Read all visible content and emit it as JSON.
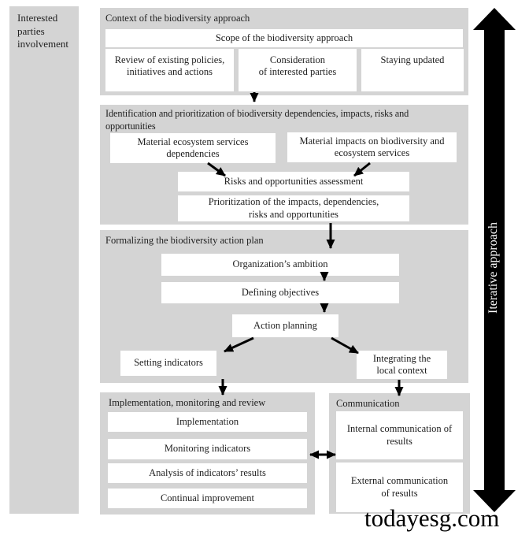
{
  "colors": {
    "section_bg": "#d4d4d4",
    "box_bg": "#ffffff",
    "text": "#212121",
    "arrow": "#000000",
    "iterative_text": "#ffffff"
  },
  "sidebar": {
    "label": "Interested\nparties\ninvolvement"
  },
  "context": {
    "title": "Context of the biodiversity approach",
    "scope": "Scope of the biodiversity approach",
    "review": "Review of existing policies,\ninitiatives and actions",
    "consideration": "Consideration\nof interested parties",
    "staying": "Staying updated"
  },
  "identification": {
    "title": "Identification and prioritization of biodiversity dependencies, impacts, risks and\nopportunities",
    "dependencies": "Material ecosystem services\ndependencies",
    "impacts": "Material impacts on biodiversity and\necosystem services",
    "risks": "Risks and opportunities assessment",
    "prioritization": "Prioritization of the impacts, dependencies,\nrisks and opportunities"
  },
  "formalizing": {
    "title": "Formalizing the biodiversity action plan",
    "ambition": "Organization’s ambition",
    "objectives": "Defining objectives",
    "planning": "Action planning",
    "setting": "Setting indicators",
    "integrating": "Integrating the\nlocal context"
  },
  "implementation": {
    "title": "Implementation, monitoring and review",
    "implementation": "Implementation",
    "monitoring": "Monitoring indicators",
    "analysis": "Analysis of indicators’ results",
    "improvement": "Continual improvement"
  },
  "communication": {
    "title": "Communication",
    "internal": "Internal communication of\nresults",
    "external": "External communication\nof results"
  },
  "iterative": {
    "label": "Iterative approach"
  },
  "watermark": {
    "text": "todayesg.com"
  }
}
